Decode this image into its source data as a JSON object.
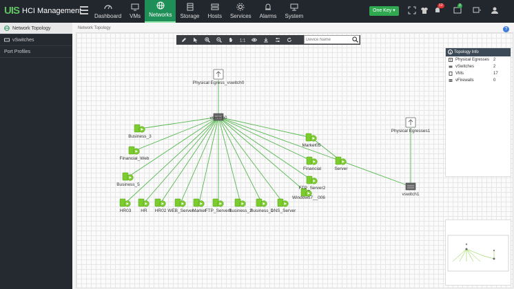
{
  "app": {
    "logo": "UIS",
    "title": "HCI Management"
  },
  "nav": [
    {
      "label": "Dashboard",
      "icon": "dashboard-icon"
    },
    {
      "label": "VMs",
      "icon": "vm-icon"
    },
    {
      "label": "Networks",
      "icon": "network-icon",
      "active": true
    },
    {
      "label": "Storage",
      "icon": "storage-icon"
    },
    {
      "label": "Hosts",
      "icon": "hosts-icon"
    },
    {
      "label": "Services",
      "icon": "services-icon"
    },
    {
      "label": "Alarms",
      "icon": "alarm-icon"
    },
    {
      "label": "System",
      "icon": "system-icon"
    }
  ],
  "topbar": {
    "one_key": "One Key ▾",
    "alarm_count": "12",
    "task_count": "3"
  },
  "sidebar": {
    "items": [
      {
        "label": "Network Topology",
        "active": true
      },
      {
        "label": "vSwitches"
      },
      {
        "label": "Port Profiles"
      }
    ]
  },
  "breadcrumb": "Network Topology",
  "search": {
    "placeholder": "Device Name"
  },
  "info": {
    "title": "Topology Info",
    "rows": [
      {
        "label": "Physical Egresses",
        "value": "2"
      },
      {
        "label": "vSwitches",
        "value": "2"
      },
      {
        "label": "VMs",
        "value": "17"
      },
      {
        "label": "vFirewalls",
        "value": "0"
      }
    ]
  },
  "topology": {
    "egress0": "Physical Egress_vswitch0",
    "egress1": "Physical Egresses1",
    "vswitch0": "vswitch0",
    "vswitch1": "vswitch1",
    "vms": [
      "Business_3",
      "Financial_Web",
      "Business_5",
      "HR03",
      "HR",
      "HR02",
      "WEB_Server",
      "Market",
      "FTP_Server1",
      "Business_2",
      "Business_1",
      "DNS_Server",
      "Windows7__006",
      "FTP_Server2",
      "Financial",
      "Market05",
      "Server"
    ]
  },
  "colors": {
    "accent": "#1f8f58",
    "link": "#55b84f",
    "vm": "#7ccc2e"
  }
}
